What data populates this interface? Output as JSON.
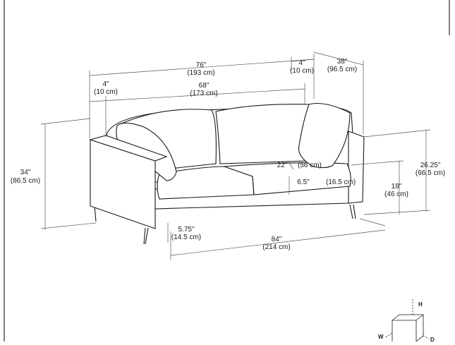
{
  "dimensions": {
    "overall_width": {
      "imperial": "76\"",
      "metric": "(193 cm)"
    },
    "arm_width_right": {
      "imperial": "4\"",
      "metric": "(10 cm)"
    },
    "depth": {
      "imperial": "38\"",
      "metric": "(96.5 cm)"
    },
    "arm_width_left": {
      "imperial": "4\"",
      "metric": "(10 cm)"
    },
    "inner_width": {
      "imperial": "68\"",
      "metric": "(173 cm)"
    },
    "overall_height": {
      "imperial": "34\"",
      "metric": "(86.5 cm)"
    },
    "seat_depth": {
      "imperial": "22\"",
      "metric": "(56 cm)"
    },
    "back_height": {
      "imperial": "26.25\"",
      "metric": "(66.5 cm)"
    },
    "cushion_thickness": {
      "imperial": "6.5\"",
      "metric": "(16.5 cm)"
    },
    "seat_height": {
      "imperial": "18\"",
      "metric": "(46 cm)"
    },
    "leg_height": {
      "imperial": "5.75\"",
      "metric": "(14.5 cm)"
    },
    "diagonal_length": {
      "imperial": "84\"",
      "metric": "(214 cm)"
    }
  },
  "axis_key": {
    "h": "H",
    "w": "W",
    "d": "D"
  }
}
